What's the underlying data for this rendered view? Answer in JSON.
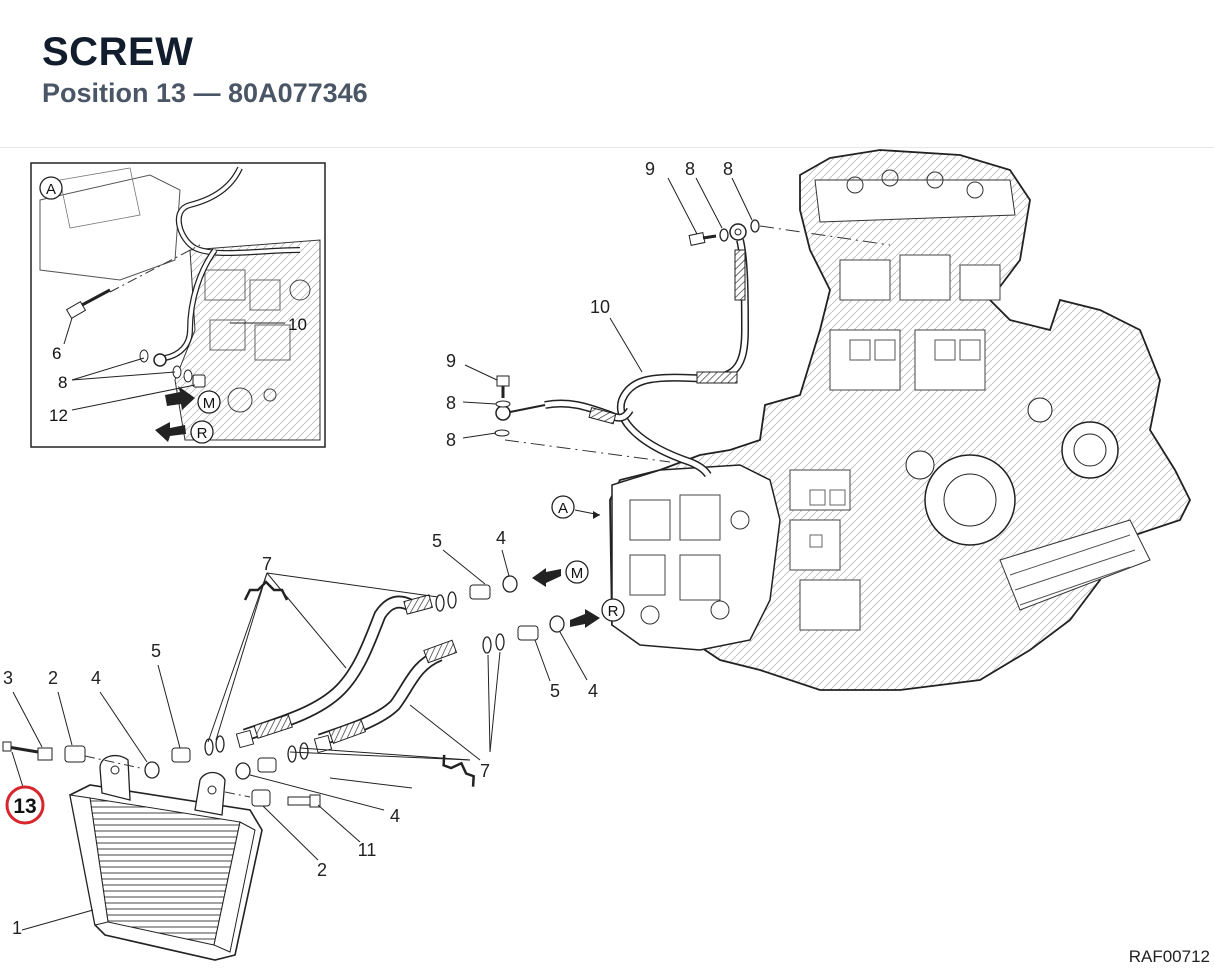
{
  "header": {
    "title": "SCREW",
    "subtitle": "Position 13 — 80A077346"
  },
  "diagram": {
    "reference_code": "RAF00712",
    "highlighted_position": "13",
    "highlight_color": "#d7262e",
    "inset_labels": [
      "A",
      "6",
      "8",
      "10",
      "12",
      "M",
      "R"
    ],
    "callouts": [
      "1",
      "2",
      "3",
      "4",
      "5",
      "7",
      "8",
      "9",
      "10",
      "11",
      "13"
    ],
    "flow_markers": [
      "A",
      "M",
      "R"
    ]
  }
}
